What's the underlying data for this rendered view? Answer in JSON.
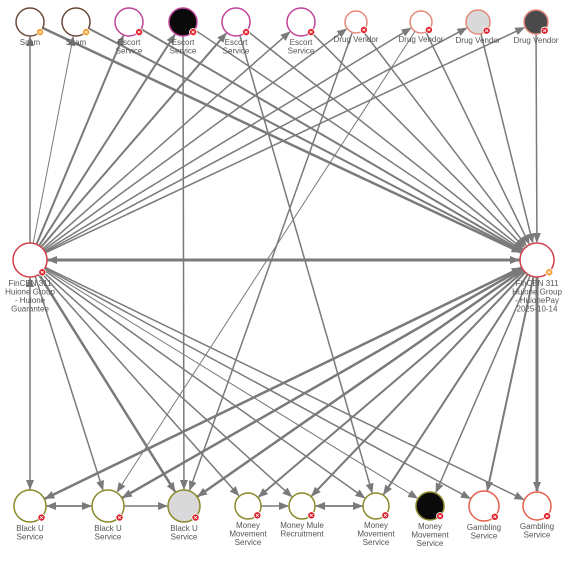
{
  "colors": {
    "edge": "#7a7a7a",
    "label": "#555555",
    "badge_red": "#e0202a",
    "badge_orange": "#f39c2a"
  },
  "nodes": [
    {
      "id": "scam-1",
      "lines": [
        "Scam"
      ],
      "stroke": "#6b4a3a",
      "fill": "#ffffff",
      "badge": "orange"
    },
    {
      "id": "scam-2",
      "lines": [
        "Scam"
      ],
      "stroke": "#6b4a3a",
      "fill": "#ffffff",
      "badge": "orange"
    },
    {
      "id": "escort-1",
      "lines": [
        "Escort",
        "Service"
      ],
      "stroke": "#c0429a",
      "fill": "#ffffff",
      "badge": "red"
    },
    {
      "id": "escort-2",
      "lines": [
        "Escort",
        "Service"
      ],
      "stroke": "#c0429a",
      "fill": "#0a0a0a",
      "badge": "red"
    },
    {
      "id": "escort-3",
      "lines": [
        "Escort",
        "Service"
      ],
      "stroke": "#c0429a",
      "fill": "#ffffff",
      "badge": "red"
    },
    {
      "id": "escort-4",
      "lines": [
        "Escort",
        "Service"
      ],
      "stroke": "#c0429a",
      "fill": "#ffffff",
      "badge": "red"
    },
    {
      "id": "drug-1",
      "lines": [
        "Drug Vendor"
      ],
      "stroke": "#e58a7a",
      "fill": "#ffffff",
      "badge": "red"
    },
    {
      "id": "drug-2",
      "lines": [
        "Drug Vendor"
      ],
      "stroke": "#e58a7a",
      "fill": "#ffffff",
      "badge": "red"
    },
    {
      "id": "drug-3",
      "lines": [
        "Drug Vendor"
      ],
      "stroke": "#e58a7a",
      "fill": "#d9d9d9",
      "badge": "red"
    },
    {
      "id": "drug-4",
      "lines": [
        "Drug Vendor"
      ],
      "stroke": "#e58a7a",
      "fill": "#4a4a4a",
      "badge": "red"
    },
    {
      "id": "fincen-guarantee",
      "lines": [
        "FinCEN 311",
        "Huione Group",
        "- Huione",
        "Guarantee"
      ],
      "stroke": "#d0404a",
      "fill": "#ffffff",
      "badge": "red"
    },
    {
      "id": "fincen-pay",
      "lines": [
        "FinCEN 311",
        "Huione Group",
        "- HuionePay",
        "2025-10-14"
      ],
      "stroke": "#d0404a",
      "fill": "#ffffff",
      "badge": "orange"
    },
    {
      "id": "blacku-1",
      "lines": [
        "Black U",
        "Service"
      ],
      "stroke": "#8a8a2a",
      "fill": "#ffffff",
      "badge": "red"
    },
    {
      "id": "blacku-2",
      "lines": [
        "Black U",
        "Service"
      ],
      "stroke": "#8a8a2a",
      "fill": "#ffffff",
      "badge": "red"
    },
    {
      "id": "blacku-3",
      "lines": [
        "Black U",
        "Service"
      ],
      "stroke": "#8a8a2a",
      "fill": "#d9d9d9",
      "badge": "red"
    },
    {
      "id": "money-move-1",
      "lines": [
        "Money",
        "Movement",
        "Service"
      ],
      "stroke": "#8a8a2a",
      "fill": "#ffffff",
      "badge": "red"
    },
    {
      "id": "mule-recruit",
      "lines": [
        "Money Mule",
        "Recruitment"
      ],
      "stroke": "#8a8a2a",
      "fill": "#ffffff",
      "badge": "red"
    },
    {
      "id": "money-move-2",
      "lines": [
        "Money",
        "Movement",
        "Service"
      ],
      "stroke": "#8a8a2a",
      "fill": "#ffffff",
      "badge": "red"
    },
    {
      "id": "money-move-3",
      "lines": [
        "Money",
        "Movement",
        "Service"
      ],
      "stroke": "#8a8a2a",
      "fill": "#0a0a0a",
      "badge": "red"
    },
    {
      "id": "gambling-1",
      "lines": [
        "Gambling",
        "Service"
      ],
      "stroke": "#e5604a",
      "fill": "#ffffff",
      "badge": "red"
    },
    {
      "id": "gambling-2",
      "lines": [
        "Gambling",
        "Service"
      ],
      "stroke": "#e5604a",
      "fill": "#ffffff",
      "badge": "red"
    }
  ],
  "edges": [
    [
      "fincen-guarantee",
      "fincen-pay",
      3
    ],
    [
      "fincen-pay",
      "fincen-guarantee",
      3
    ],
    [
      "fincen-guarantee",
      "scam-1",
      1.5
    ],
    [
      "fincen-guarantee",
      "scam-2",
      1
    ],
    [
      "fincen-guarantee",
      "escort-1",
      2
    ],
    [
      "fincen-guarantee",
      "escort-2",
      2
    ],
    [
      "fincen-guarantee",
      "escort-3",
      2
    ],
    [
      "fincen-guarantee",
      "escort-4",
      1.5
    ],
    [
      "fincen-guarantee",
      "drug-1",
      1.5
    ],
    [
      "fincen-guarantee",
      "drug-2",
      1.5
    ],
    [
      "fincen-guarantee",
      "drug-3",
      1.5
    ],
    [
      "fincen-guarantee",
      "drug-4",
      1.5
    ],
    [
      "scam-1",
      "fincen-pay",
      2.5
    ],
    [
      "scam-2",
      "fincen-pay",
      2
    ],
    [
      "escort-1",
      "fincen-pay",
      2
    ],
    [
      "escort-2",
      "fincen-pay",
      1.5
    ],
    [
      "escort-3",
      "fincen-pay",
      1.5
    ],
    [
      "escort-4",
      "fincen-pay",
      1.5
    ],
    [
      "drug-1",
      "fincen-pay",
      1.5
    ],
    [
      "drug-2",
      "fincen-pay",
      1.5
    ],
    [
      "drug-3",
      "fincen-pay",
      1.5
    ],
    [
      "drug-4",
      "fincen-pay",
      1.5
    ],
    [
      "blacku-1",
      "fincen-guarantee",
      1.5
    ],
    [
      "blacku-1",
      "fincen-pay",
      2.5
    ],
    [
      "blacku-2",
      "fincen-pay",
      2.5
    ],
    [
      "blacku-3",
      "fincen-pay",
      2.5
    ],
    [
      "fincen-pay",
      "blacku-1",
      2
    ],
    [
      "fincen-pay",
      "blacku-2",
      2
    ],
    [
      "fincen-pay",
      "blacku-3",
      2
    ],
    [
      "fincen-pay",
      "money-move-1",
      2
    ],
    [
      "fincen-pay",
      "mule-recruit",
      2
    ],
    [
      "fincen-pay",
      "money-move-2",
      2
    ],
    [
      "fincen-pay",
      "money-move-3",
      1.5
    ],
    [
      "fincen-pay",
      "gambling-1",
      2
    ],
    [
      "fincen-pay",
      "gambling-2",
      3
    ],
    [
      "fincen-guarantee",
      "blacku-2",
      1.5
    ],
    [
      "fincen-guarantee",
      "blacku-3",
      2.5
    ],
    [
      "fincen-guarantee",
      "money-move-1",
      1.5
    ],
    [
      "fincen-guarantee",
      "mule-recruit",
      1.5
    ],
    [
      "fincen-guarantee",
      "money-move-2",
      1.5
    ],
    [
      "fincen-guarantee",
      "money-move-3",
      1
    ],
    [
      "fincen-guarantee",
      "gambling-1",
      1.5
    ],
    [
      "fincen-guarantee",
      "gambling-2",
      1.5
    ],
    [
      "scam-1",
      "blacku-1",
      1
    ],
    [
      "escort-2",
      "blacku-3",
      1.5
    ],
    [
      "drug-1",
      "blacku-3",
      1.5
    ],
    [
      "drug-2",
      "blacku-2",
      1
    ],
    [
      "escort-3",
      "money-move-2",
      1.5
    ],
    [
      "blacku-2",
      "blacku-1",
      1.5
    ],
    [
      "blacku-1",
      "blacku-2",
      1.5
    ],
    [
      "blacku-2",
      "blacku-3",
      1.5
    ],
    [
      "money-move-1",
      "mule-recruit",
      1.5
    ],
    [
      "mule-recruit",
      "money-move-2",
      1.5
    ],
    [
      "money-move-2",
      "mule-recruit",
      1.5
    ]
  ]
}
